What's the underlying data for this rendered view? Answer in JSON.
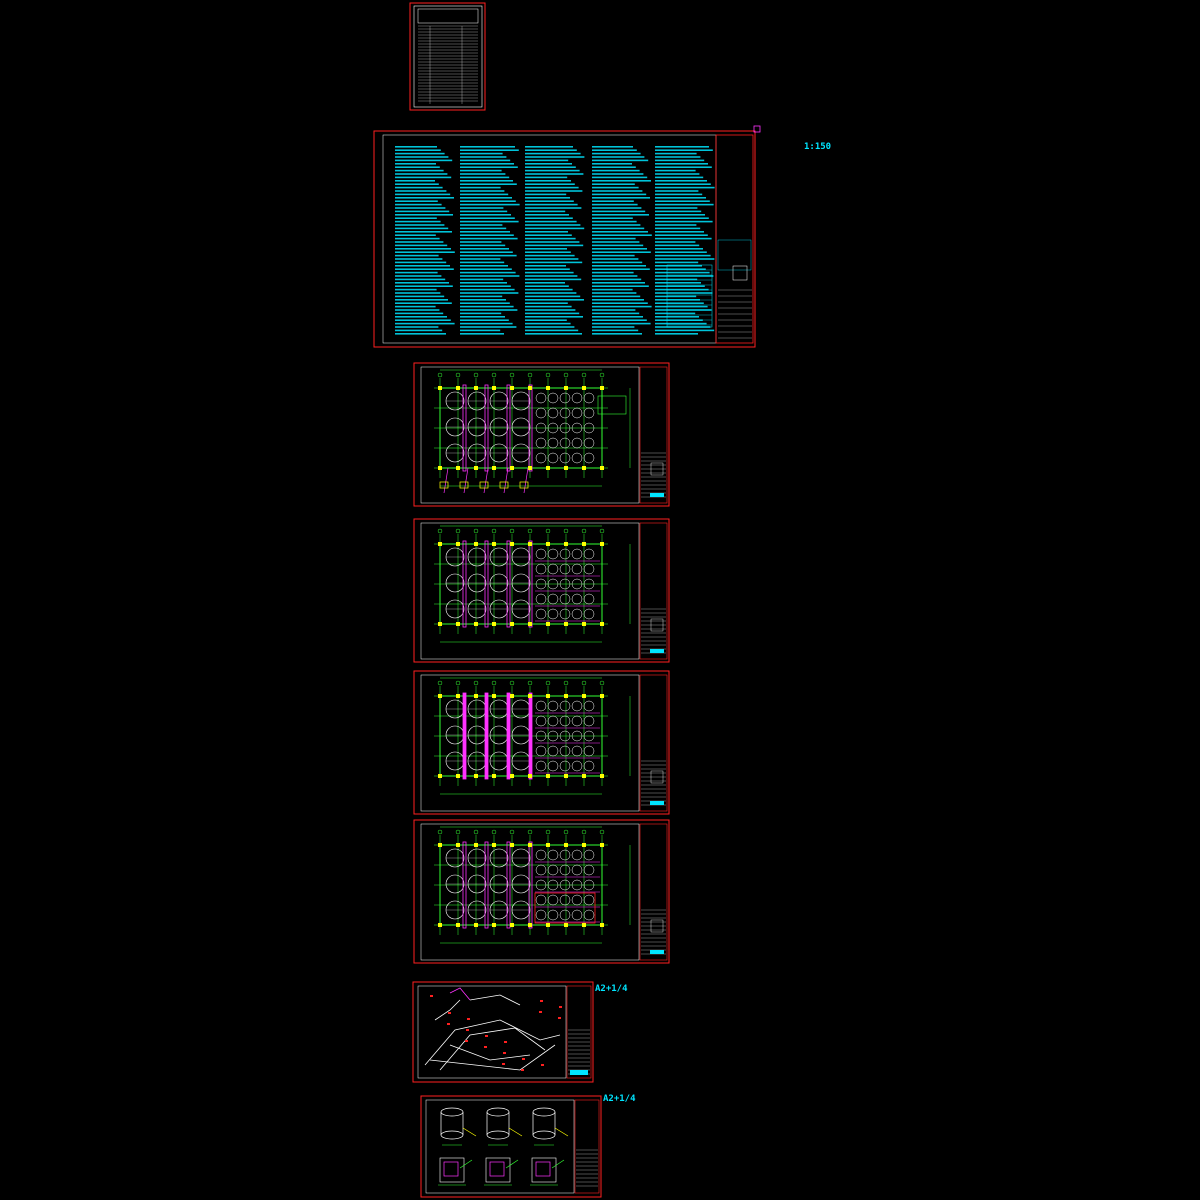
{
  "labels": {
    "scale_note": "1:150",
    "sheet_size_a": "A2+1/4",
    "sheet_size_b": "A2+1/4"
  },
  "colors": {
    "background": "#000000",
    "border": "#ff2020",
    "text": "#00e5ff",
    "grid": "#33ff33",
    "pipe": "#ff33ff",
    "marker": "#ffff00",
    "white": "#ffffff"
  },
  "sheets": [
    {
      "kind": "index"
    },
    {
      "kind": "notes"
    },
    {
      "kind": "plan",
      "variant": 1
    },
    {
      "kind": "plan",
      "variant": 2
    },
    {
      "kind": "plan",
      "variant": 3
    },
    {
      "kind": "plan",
      "variant": 4
    },
    {
      "kind": "isometric"
    },
    {
      "kind": "details"
    }
  ]
}
